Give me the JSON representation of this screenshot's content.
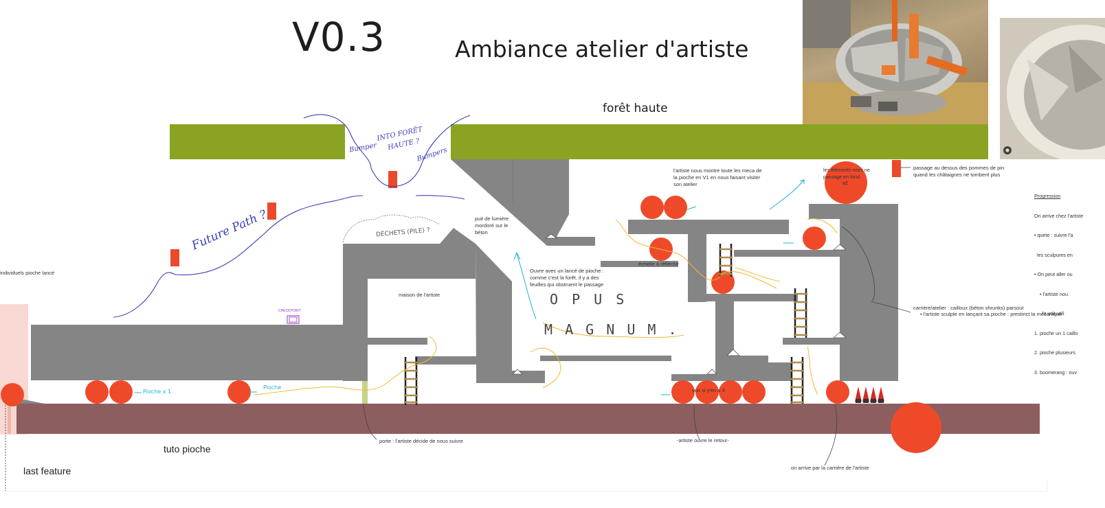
{
  "titles": {
    "version": "V0.3",
    "ambiance": "Ambiance atelier d'artiste",
    "foret_haute": "forêt haute",
    "tuto_pioche": "tuto pioche",
    "last_feature": "last feature"
  },
  "handwritten": {
    "future_path": "Future Path ?",
    "bumper_left": "Bumper",
    "bumper_right": "Bumpers",
    "into_foret_haute_1": "INTO FORÊT",
    "into_foret_haute_2": "HAUTE ?",
    "dechets": "DÉCHETS (PILE) ?",
    "opus": "O P U S",
    "magnum": "M A G N U M .",
    "pioche_x1": "Pioche x 1",
    "pioche": "Pioche",
    "checkpoint": "CHECKPOINT"
  },
  "notes": {
    "individuels": "individuels pioche lancé",
    "puit_lumiere": [
      "puit de lumière",
      "mordoré sur le",
      "béton"
    ],
    "maison": "maison de l'artiste",
    "ouvre_lance": [
      "Ouvre avec un lancé de pioche :",
      "comme c'est la forêt, il y a des",
      "feuilles qui obstruent le passage"
    ],
    "echelle": "échelle à réfléchir",
    "artiste_montre": [
      "l'artiste nous montre toute les meca de",
      "la pioche en V1 en nous faisant visiter",
      "son atelier"
    ],
    "les_elements": [
      "les éléments noirs ne",
      "passage en fond"
    ],
    "v2": "v2",
    "passage_dessus": [
      "passage au dessus des pommes de pin",
      "quand les châtaignes ne tombent plus"
    ],
    "progression_title": "Progression",
    "progression_lines": [
      "On arrive chez l'artiste",
      "• quete : suivre l'a",
      "  les sculpures en",
      "• On peut aller ou",
      "    • l'artiste nou",
      "      la voit utili",
      "1. pioche un 1 caillo",
      "2. pioche plusieurs",
      "3. boomerang : ouv"
    ],
    "carriere": "carrière/atelier : cailloux (béton shrunks) parsout",
    "artiste_sculpte": "• l'artiste sculpte en lançant sa pioche : prestinct la mécanique",
    "voir_si": "voir si y'en a 4",
    "porte": "porte : l'artiste décide de nous suivre",
    "artiste_ouvre": "-artiste ouvre le retour-",
    "on_arrive": "on arrive par la carrière de l'artiste"
  },
  "colors": {
    "foliage": "#8aa322",
    "concrete": "#858585",
    "ground": "#8c5e60",
    "enemy": "#ee4a2a",
    "marker": "#ea4a2b",
    "pink": "#f8d8d3",
    "door": "#c6d389",
    "blue_ink": "#3b3fb5",
    "cyan_ink": "#1fb3cf",
    "orange_ink": "#f1b733"
  },
  "icons": {
    "camera": "camera-icon",
    "ladder": "ladder-icon",
    "gnome": "gnome-icon",
    "checkpoint": "checkpoint-icon"
  }
}
